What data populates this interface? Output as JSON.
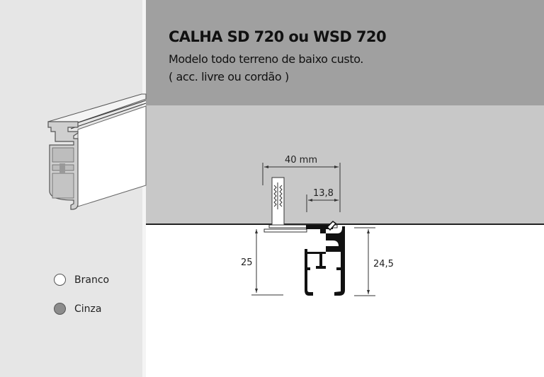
{
  "header": {
    "title": "CALHA SD 720 ou WSD 720",
    "subtitle": "Modelo todo terreno de baixo custo.",
    "note": "( acc. livre ou cordão )"
  },
  "dimensions": {
    "width_total": "40 mm",
    "offset": "13,8",
    "height_left": "25",
    "height_right": "24,5"
  },
  "legend": {
    "items": [
      {
        "label": "Branco",
        "color": "#ffffff"
      },
      {
        "label": "Cinza",
        "color": "#8c8c8c"
      }
    ]
  },
  "colors": {
    "left_panel": "#e6e6e6",
    "top_band": "#a0a0a0",
    "mid_band": "#c8c8c8",
    "profile": "#111111"
  }
}
